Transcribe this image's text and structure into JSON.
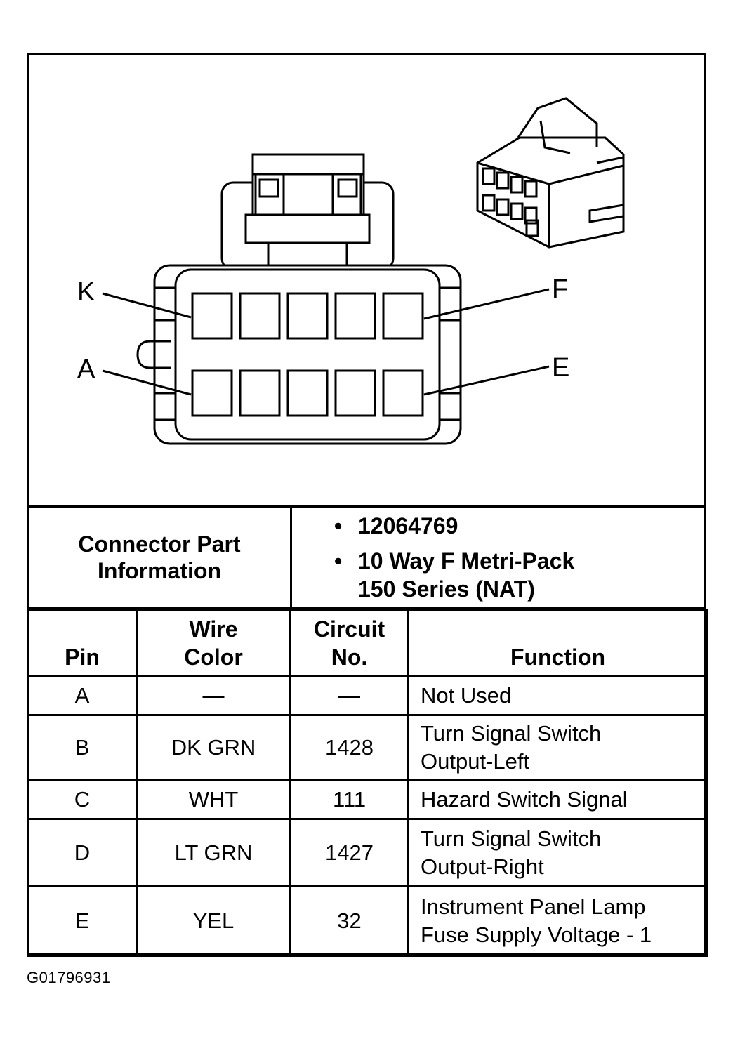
{
  "diagram": {
    "pin_labels": {
      "top_left": "K",
      "top_right": "F",
      "bottom_left": "A",
      "bottom_right": "E"
    },
    "pin_rows": 2,
    "pins_per_row": 5
  },
  "connector_info": {
    "label": "Connector Part Information",
    "values": [
      "12064769",
      "10 Way F Metri-Pack\n150 Series (NAT)"
    ]
  },
  "pin_table": {
    "headers": [
      "Pin",
      "Wire\nColor",
      "Circuit\nNo.",
      "Function"
    ],
    "rows": [
      {
        "pin": "A",
        "wire_color": "—",
        "circuit": "—",
        "function": "Not Used"
      },
      {
        "pin": "B",
        "wire_color": "DK GRN",
        "circuit": "1428",
        "function": "Turn Signal Switch\nOutput-Left"
      },
      {
        "pin": "C",
        "wire_color": "WHT",
        "circuit": "111",
        "function": "Hazard Switch Signal"
      },
      {
        "pin": "D",
        "wire_color": "LT GRN",
        "circuit": "1427",
        "function": "Turn Signal Switch\nOutput-Right"
      },
      {
        "pin": "E",
        "wire_color": "YEL",
        "circuit": "32",
        "function": "Instrument Panel Lamp\nFuse Supply Voltage - 1"
      }
    ]
  },
  "figure_id": "G01796931"
}
